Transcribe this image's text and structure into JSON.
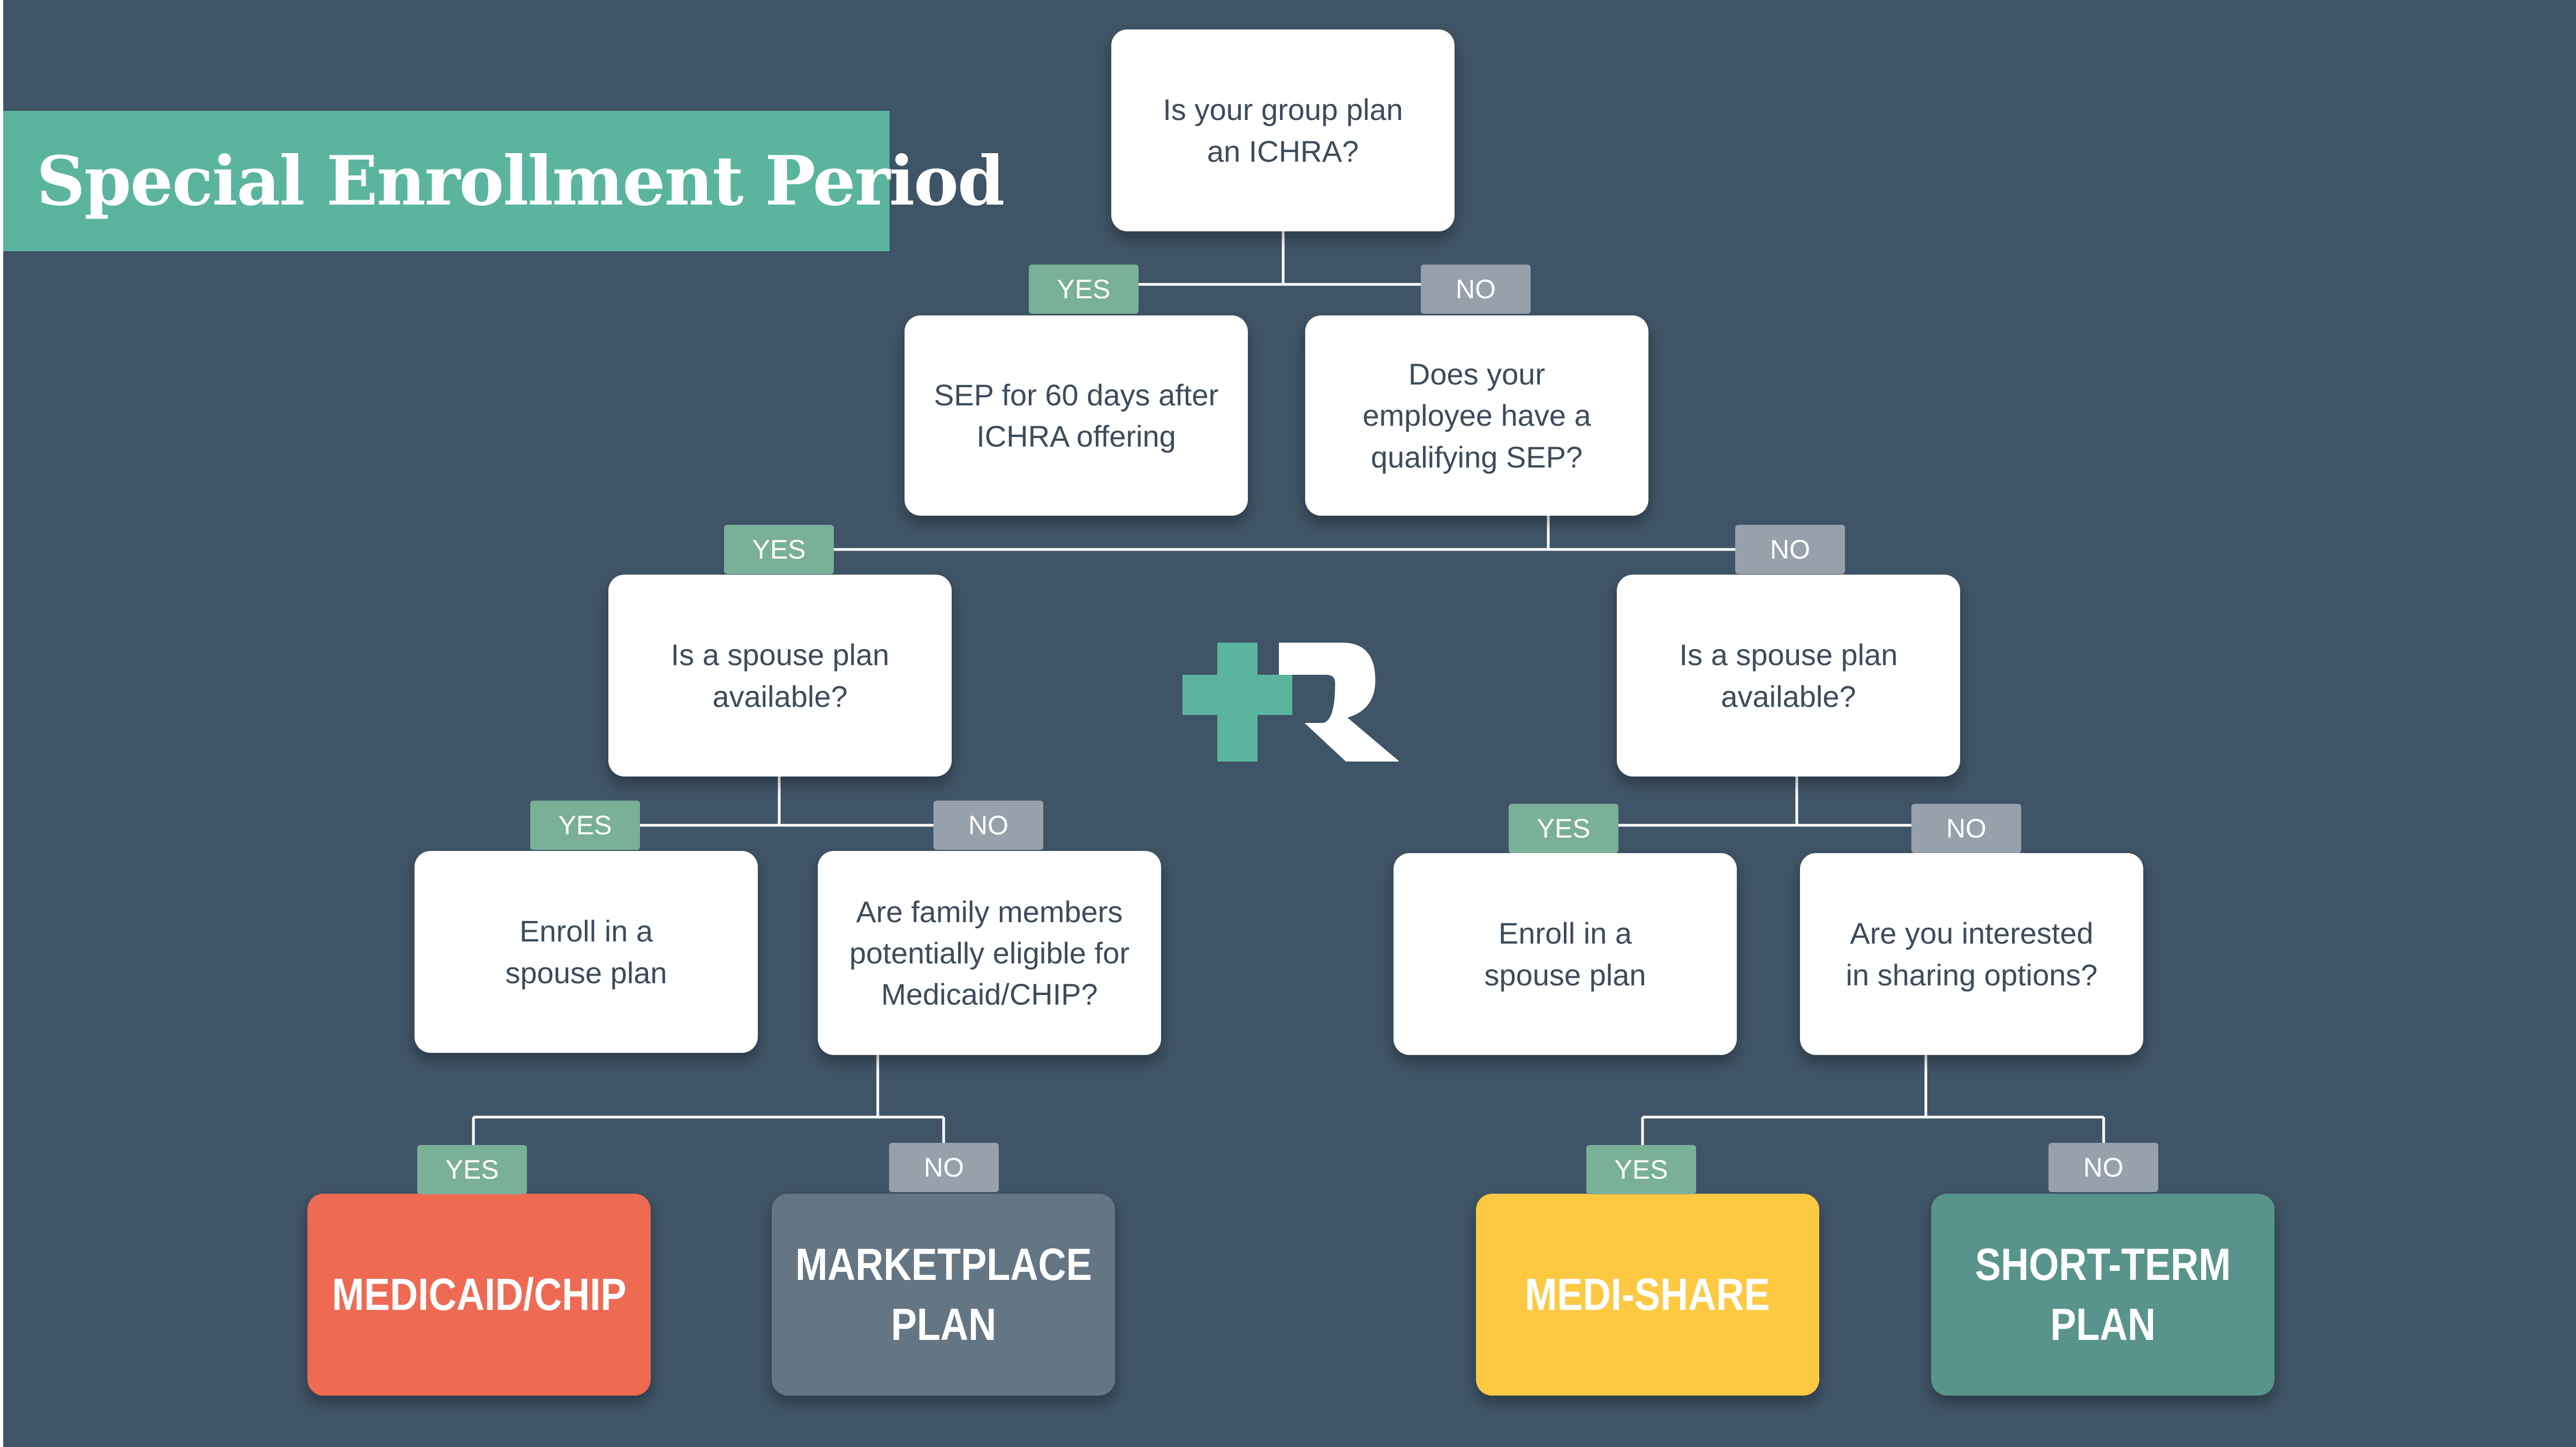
{
  "title": "Special Enrollment Period",
  "colors": {
    "background": "#3f5466",
    "accent": "#5bb59e",
    "yes_tag": "#7aaf98",
    "no_tag": "#96a1ab",
    "node_text": "#3d4b5c",
    "medicaid": "#ee6a53",
    "marketplace": "#647584",
    "medishare": "#fdc943",
    "shortterm": "#58948b"
  },
  "labels": {
    "yes": "YES",
    "no": "NO"
  },
  "nodes": {
    "q_ichra": "Is your group plan\nan ICHRA?",
    "sep_60": "SEP for 60 days after\nICHRA offering",
    "q_qualifying_sep": "Does your\nemployee have a\nqualifying SEP?",
    "q_spouse_left": "Is a spouse plan\navailable?",
    "q_spouse_right": "Is a spouse plan\navailable?",
    "enroll_spouse_left": "Enroll in a\nspouse plan",
    "q_medicaid": "Are family members\npotentially eligible for\nMedicaid/CHIP?",
    "enroll_spouse_right": "Enroll in a\nspouse plan",
    "q_sharing": "Are you interested\nin sharing options?"
  },
  "outcomes": {
    "medicaid": "MEDICAID/CHIP",
    "marketplace": "MARKETPLACE\nPLAN",
    "medishare": "MEDI-SHARE",
    "shortterm": "SHORT-TERM\nPLAN"
  },
  "logo": {
    "icon": "plus-r-logo"
  }
}
